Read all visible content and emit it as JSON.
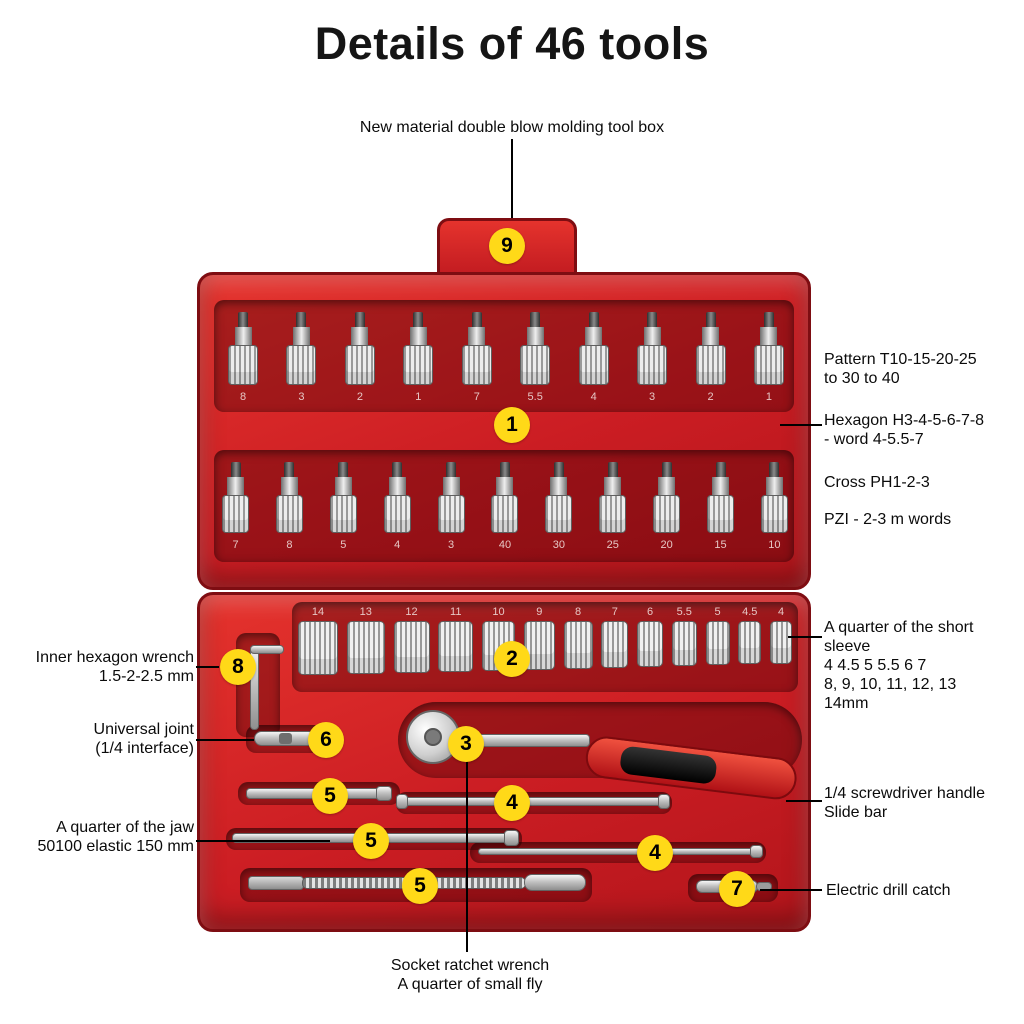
{
  "title": "Details of 46 tools",
  "annotations": {
    "top": "New material double blow molding tool box",
    "left": {
      "hex_wrench_1": "Inner hexagon wrench",
      "hex_wrench_2": "1.5-2-2.5 mm",
      "universal_1": "Universal joint",
      "universal_2": "(1/4 interface)",
      "jaw_1": "A quarter of the jaw",
      "jaw_2": "50100 elastic 150 mm"
    },
    "right": {
      "pattern_1": "Pattern T10-15-20-25",
      "pattern_2": "to 30 to 40",
      "hexagon_1": "Hexagon H3-4-5-6-7-8",
      "hexagon_2": "- word 4-5.5-7",
      "cross": "Cross PH1-2-3",
      "pzi": "PZI - 2-3 m words",
      "sleeve_1": "A quarter of the short",
      "sleeve_2": "sleeve",
      "sleeve_3": "4 4.5 5 5.5 6 7",
      "sleeve_4": "8, 9, 10, 11, 12, 13",
      "sleeve_5": "14mm",
      "screwdriver_1": "1/4 screwdriver handle",
      "screwdriver_2": "Slide bar",
      "drill": "Electric drill catch"
    },
    "bottom_1": "Socket ratchet wrench",
    "bottom_2": "A quarter of small fly"
  },
  "callout_numbers": {
    "n1": "1",
    "n2": "2",
    "n3": "3",
    "n4": "4",
    "n5": "5",
    "n6": "6",
    "n7": "7",
    "n8": "8",
    "n9": "9"
  },
  "lid_bits_row1": [
    "8",
    "3",
    "2",
    "1",
    "7",
    "5.5",
    "4",
    "3",
    "2",
    "1"
  ],
  "lid_bits_row2": [
    "7",
    "8",
    "5",
    "4",
    "3",
    "40",
    "30",
    "25",
    "20",
    "15",
    "10"
  ],
  "socket_sizes": [
    "14",
    "13",
    "12",
    "11",
    "10",
    "9",
    "8",
    "7",
    "6",
    "5.5",
    "5",
    "4.5",
    "4"
  ],
  "colors": {
    "case_red": "#cb1d23",
    "recess_red": "#8f1014",
    "callout_yellow": "#ffd918"
  }
}
